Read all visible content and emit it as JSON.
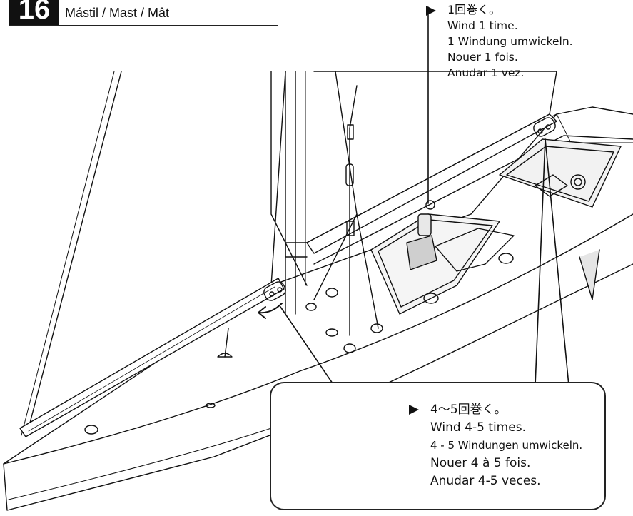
{
  "step": {
    "number": "16",
    "title": "Mástil / Mast / Mât"
  },
  "top_callout": {
    "icon": "right-triangle-pointer",
    "lines": [
      "1回巻く。",
      "Wind 1 time.",
      "1 Windung umwickeln.",
      "Nouer 1 fois.",
      "Anudar 1 vez."
    ]
  },
  "detail_callout": {
    "icon": "right-triangle-pointer",
    "lines": [
      "4〜5回巻く。",
      "Wind 4-5 times.",
      "4 - 5 Windungen umwickeln.",
      "Nouer 4 à 5 fois.",
      "Anudar 4-5 veces."
    ]
  },
  "colors": {
    "ink": "#111111",
    "paper": "#ffffff",
    "hull_shade": "#d9d9d9",
    "shadow": "#3a3a3a"
  }
}
